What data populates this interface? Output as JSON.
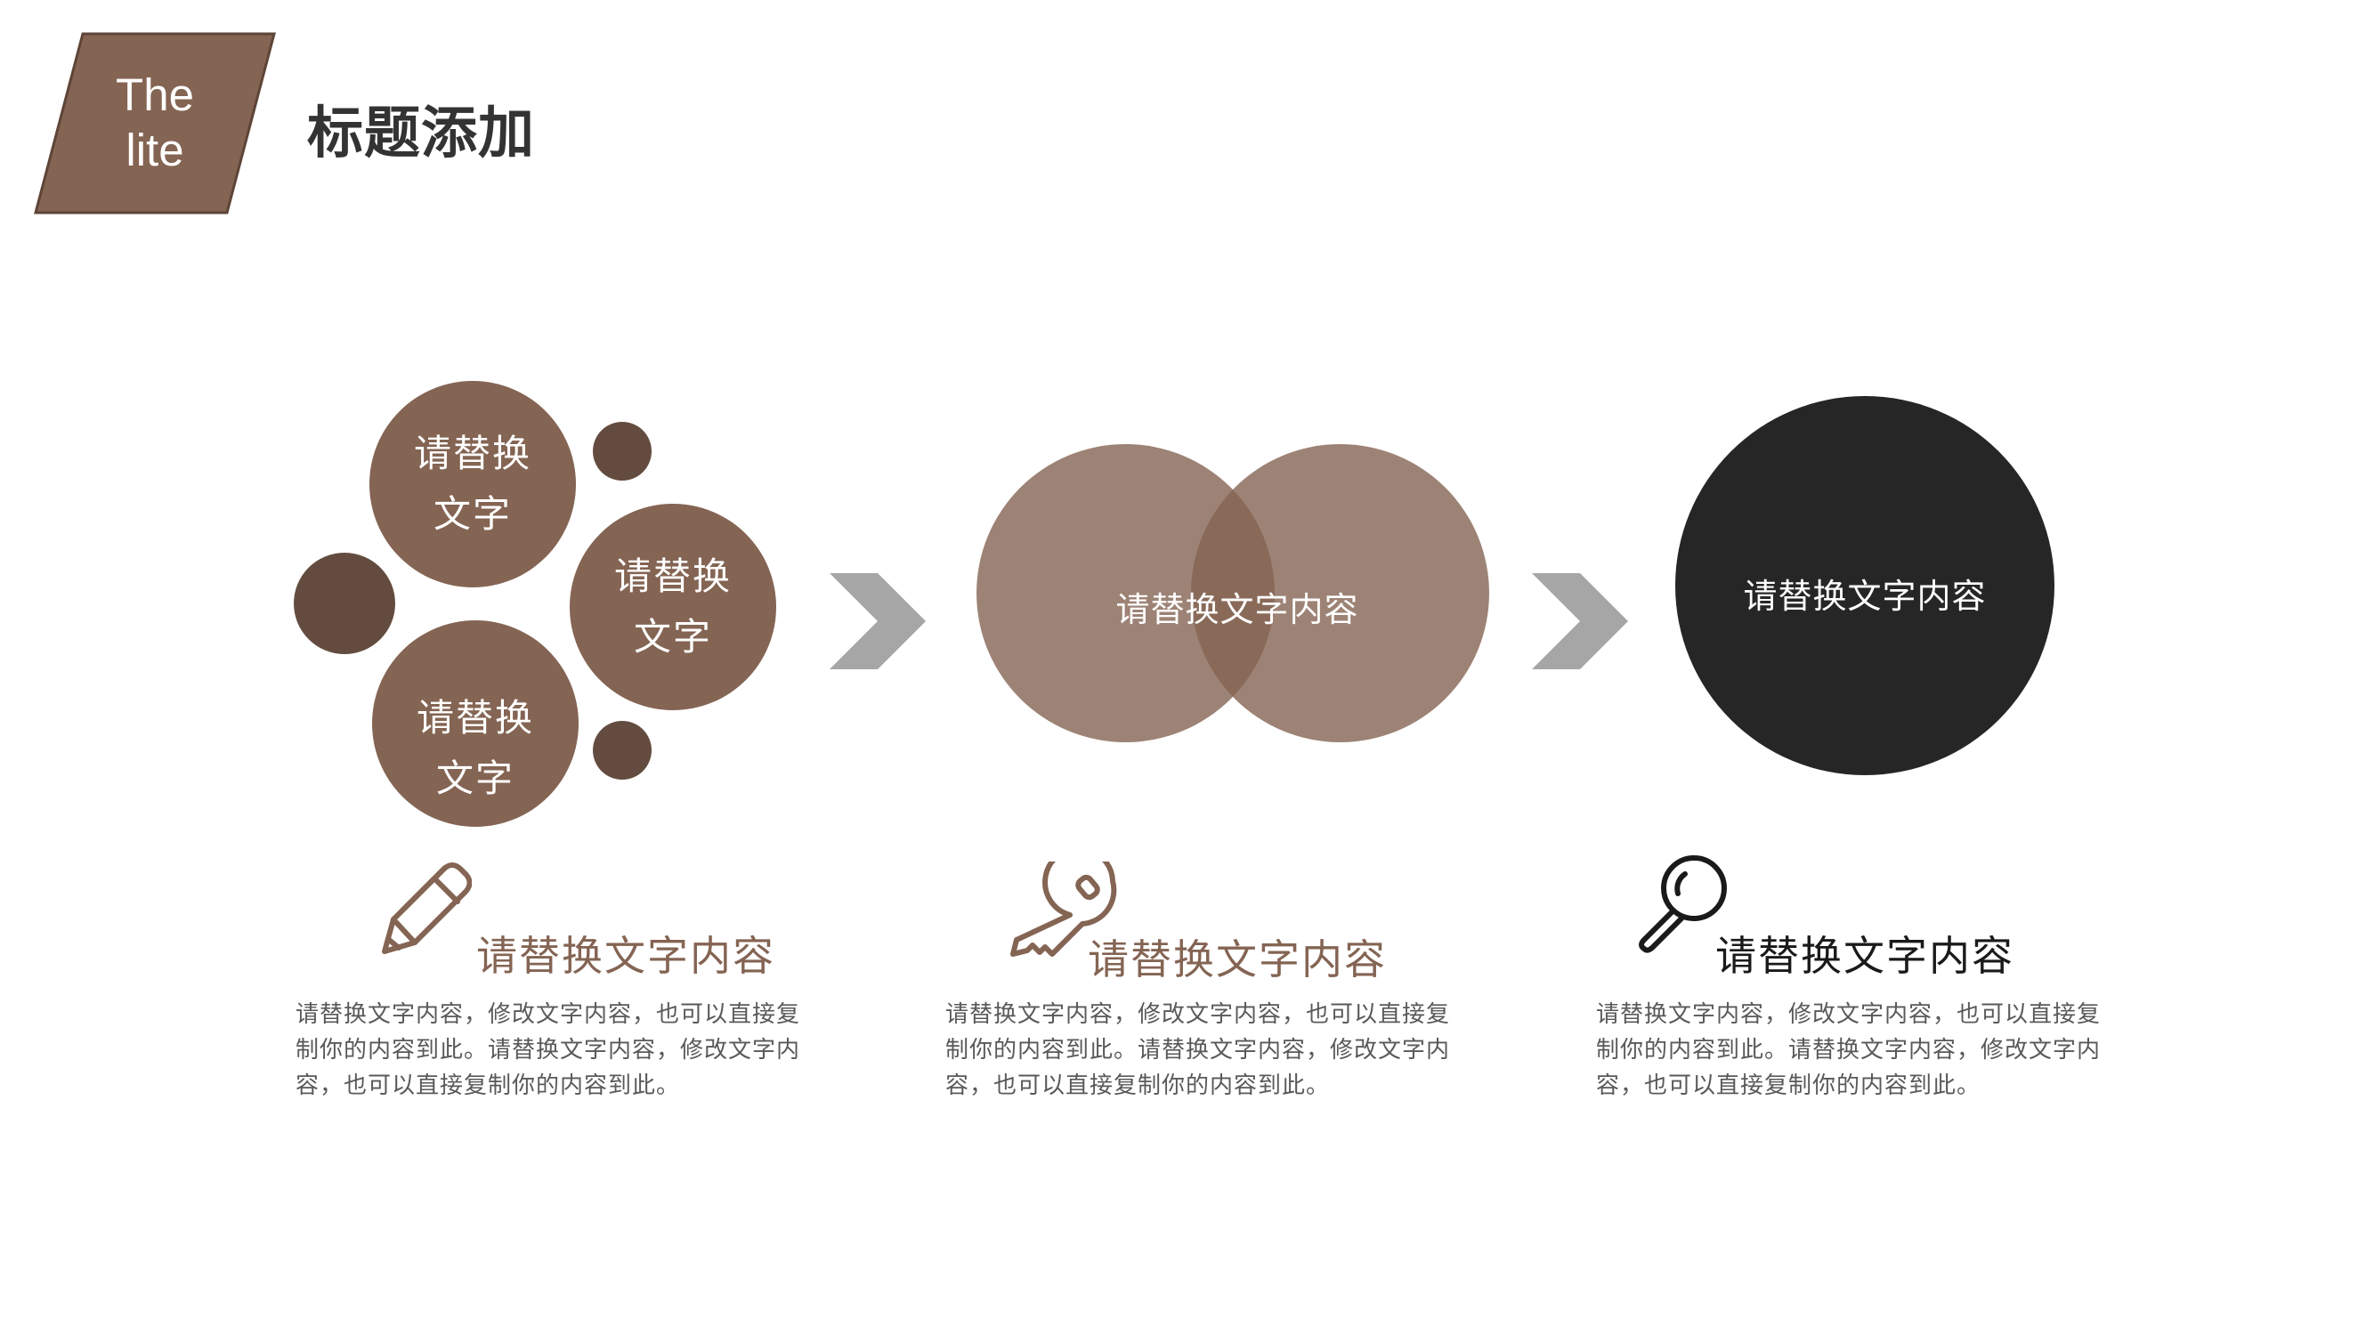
{
  "badge": {
    "line1": "The",
    "line2": "lite"
  },
  "page_title": "标题添加",
  "bubbles": {
    "top": "请替换文字",
    "right": "请替换文字",
    "bottom": "请替换文字"
  },
  "venn_label": "请替换文字内容",
  "dark_circle_label": "请替换文字内容",
  "sections": [
    {
      "icon": "pencil-icon",
      "heading": "请替换文字内容",
      "body": "请替换文字内容，修改文字内容，也可以直接复制你的内容到此。请替换文字内容，修改文字内容，也可以直接复制你的内容到此。"
    },
    {
      "icon": "key-icon",
      "heading": "请替换文字内容",
      "body": "请替换文字内容，修改文字内容，也可以直接复制你的内容到此。请替换文字内容，修改文字内容，也可以直接复制你的内容到此。"
    },
    {
      "icon": "magnifier-icon",
      "heading": "请替换文字内容",
      "body": "请替换文字内容，修改文字内容，也可以直接复制你的内容到此。请替换文字内容，修改文字内容，也可以直接复制你的内容到此。"
    }
  ],
  "colors": {
    "brown": "#846453",
    "dark_brown": "#634c3f",
    "venn_brown": "#8a7161",
    "dark": "#262626",
    "arrow_gray": "#a6a6a6"
  }
}
